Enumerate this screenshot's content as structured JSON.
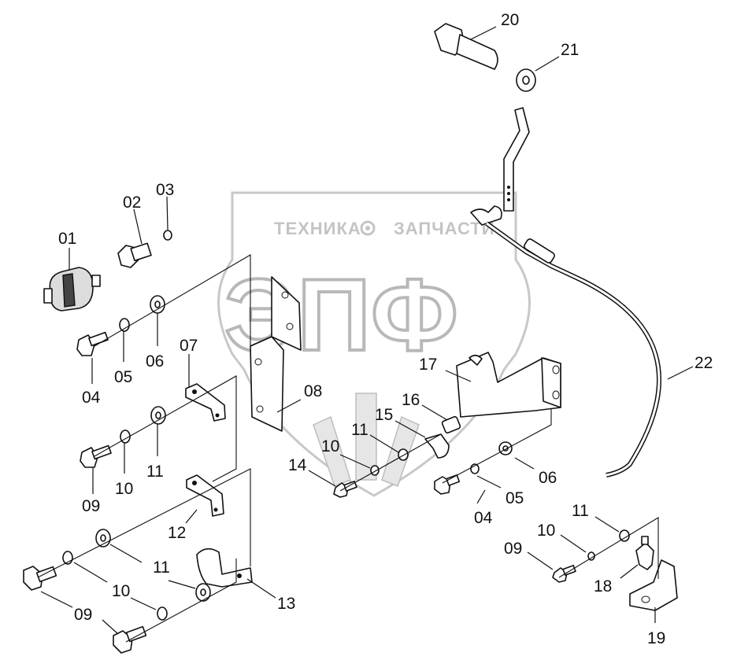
{
  "watermark": {
    "left_word": "ТЕХНИКА",
    "right_word": "ЗАПЧАСТИ",
    "big_letters": "ЭПФ"
  },
  "callouts": [
    "01",
    "02",
    "03",
    "04",
    "05",
    "06",
    "07",
    "08",
    "09",
    "10",
    "11",
    "12",
    "13",
    "14",
    "15",
    "16",
    "17",
    "18",
    "19",
    "20",
    "21",
    "22"
  ],
  "labels": {
    "l01": "01",
    "l02": "02",
    "l03": "03",
    "l04a": "04",
    "l05a": "05",
    "l06a": "06",
    "l07": "07",
    "l08": "08",
    "l09a": "09",
    "l10a": "10",
    "l11a": "11",
    "l12": "12",
    "l13": "13",
    "l11b": "11",
    "l10b": "10",
    "l09b": "09",
    "l14": "14",
    "l10c": "10",
    "l11c": "11",
    "l15": "15",
    "l16": "16",
    "l17": "17",
    "l04b": "04",
    "l05b": "05",
    "l06b": "06",
    "l11d": "11",
    "l10d": "10",
    "l09c": "09",
    "l18": "18",
    "l19": "19",
    "l20": "20",
    "l21": "21",
    "l22": "22"
  }
}
